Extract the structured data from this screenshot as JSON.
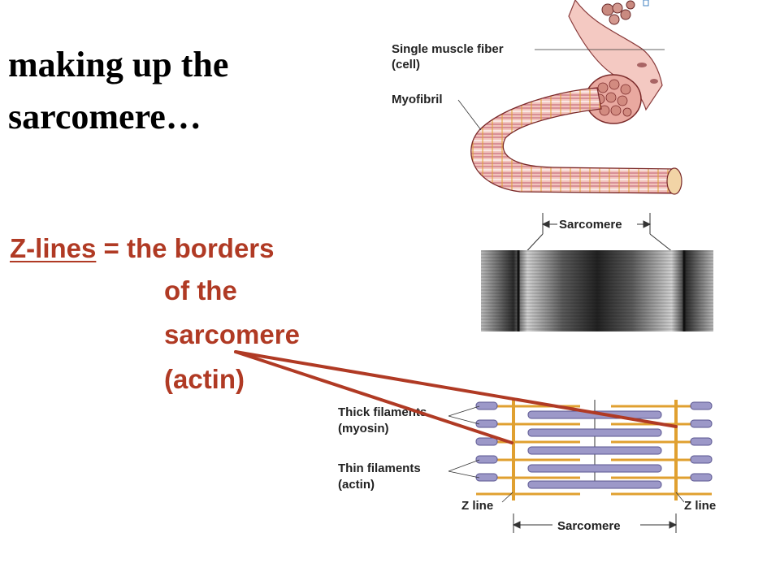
{
  "slide": {
    "title_lines": [
      "making up the",
      "sarcomere…"
    ],
    "definition": {
      "term": "Z-lines",
      "equals": " = the borders",
      "lines": [
        "of the",
        "sarcomere",
        "(actin)"
      ]
    }
  },
  "top_diagram": {
    "labels": {
      "fiber_line1": "Single muscle fiber",
      "fiber_line2": "(cell)",
      "myofibril": "Myofibril",
      "sarcomere": "Sarcomere"
    }
  },
  "bottom_diagram": {
    "labels": {
      "thick_line1": "Thick filaments",
      "thick_line2": "(myosin)",
      "thin_line1": "Thin filaments",
      "thin_line2": "(actin)",
      "z_line_left": "Z line",
      "z_line_right": "Z line",
      "sarcomere": "Sarcomere"
    }
  },
  "colors": {
    "accent": "#b03a24",
    "muscle_pink": "#f2c4bc",
    "actin_gold": "#e0a030",
    "myosin_purple": "#9c98c8"
  }
}
